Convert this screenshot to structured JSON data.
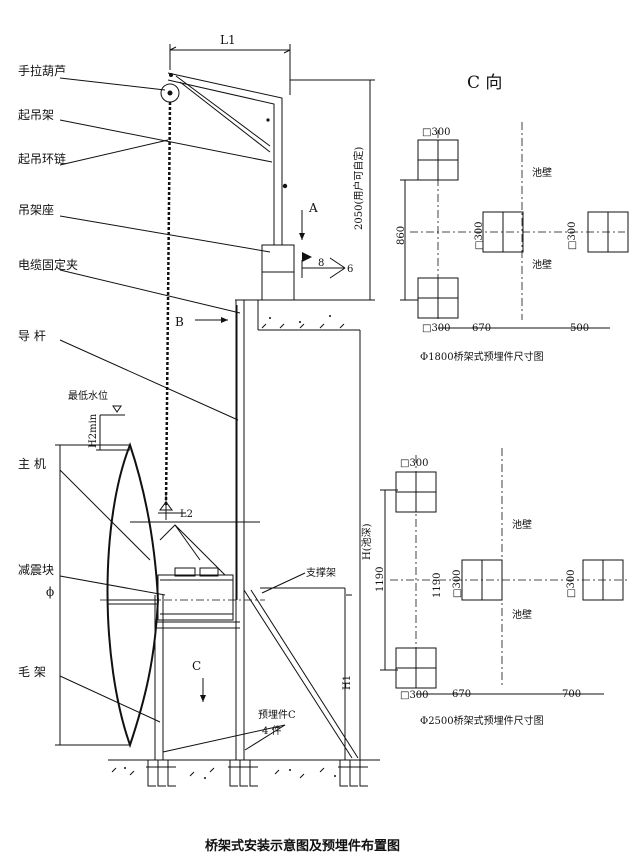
{
  "labels": {
    "hoist": "手拉葫芦",
    "lifting_frame": "起吊架",
    "lifting_chain": "起吊环链",
    "frame_base": "吊架座",
    "cable_clamp": "电缆固定夹",
    "guide_rod": "导  杆",
    "min_water": "最低水位",
    "h2min": "H2min",
    "main_unit": "主  机",
    "damping_block": "减震块",
    "bracket": "毛  架",
    "support_frame": "支撑架",
    "embedded_c": "预埋件C",
    "count": "4  件",
    "l1": "L1",
    "l2": "L2",
    "dim_2050": "2050(用户可自定)",
    "h_depth": "H(池深)",
    "h1": "H1",
    "arrow_a": "A",
    "arrow_b": "B",
    "arrow_c": "C",
    "phi": "ϕ",
    "num_8": "8",
    "num_6": "6"
  },
  "view_c": {
    "title": "C  向",
    "top": {
      "sq1": "□300",
      "sq2": "□300",
      "sq3": "□300",
      "sq4": "□300",
      "wall1": "池壁",
      "wall2": "池壁",
      "d860": "860",
      "d670": "670",
      "d500": "500",
      "caption": "Φ1800桥架式预埋件尺寸图"
    },
    "bottom": {
      "sq1": "□300",
      "sq2": "□300",
      "sq3": "□300",
      "sq4": "□300",
      "wall1": "池壁",
      "wall2": "池壁",
      "d1190a": "1190",
      "d1190b": "1190",
      "d670": "670",
      "d700": "700",
      "caption": "Φ2500桥架式预埋件尺寸图"
    }
  },
  "caption": "桥架式安装示意图及预埋件布置图"
}
